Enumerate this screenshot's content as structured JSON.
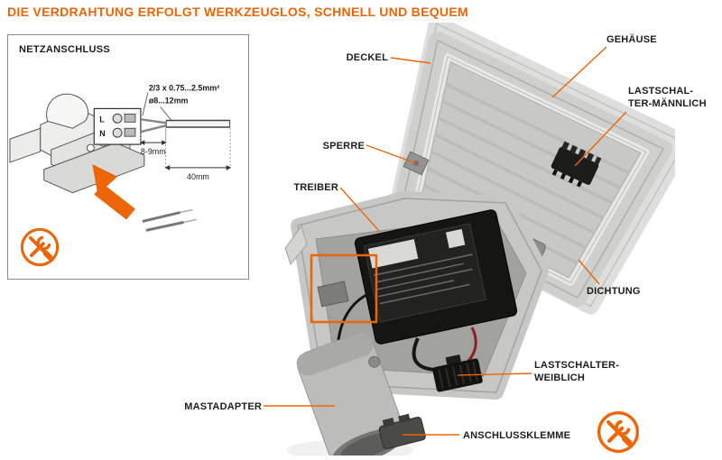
{
  "title": "DIE VERDRAHTUNG ERFOLGT WERKZEUGLOS, SCHNELL UND BEQUEM",
  "colors": {
    "accent": "#EC6607",
    "label_text": "#1d1d1b",
    "housing_gray": "#cfcfcd",
    "driver_black": "#151513"
  },
  "inset": {
    "title": "NETZANSCHLUSS",
    "spec_line1": "2/3 x 0.75...2.5mm²",
    "spec_line2": "ø8...12mm",
    "dim_strip": "8-9mm",
    "dim_jacket": "40mm",
    "terminal_l": "L",
    "terminal_n": "N"
  },
  "callouts": {
    "deckel": "DECKEL",
    "gehaeuse": "GEHÄUSE",
    "lastschalter_maennlich_line1": "LASTSCHAL-",
    "lastschalter_maennlich_line2": "TER-MÄNNLICH",
    "sperre": "SPERRE",
    "treiber": "TREIBER",
    "dichtung": "DICHTUNG",
    "lastschalter_weiblich_line1": "LASTSCHALTER-",
    "lastschalter_weiblich_line2": "WEIBLICH",
    "mastadapter": "MASTADAPTER",
    "anschlussklemme": "ANSCHLUSSKLEMME"
  },
  "icons": {
    "no_tools": "crossed-wrench-and-screwdriver"
  }
}
